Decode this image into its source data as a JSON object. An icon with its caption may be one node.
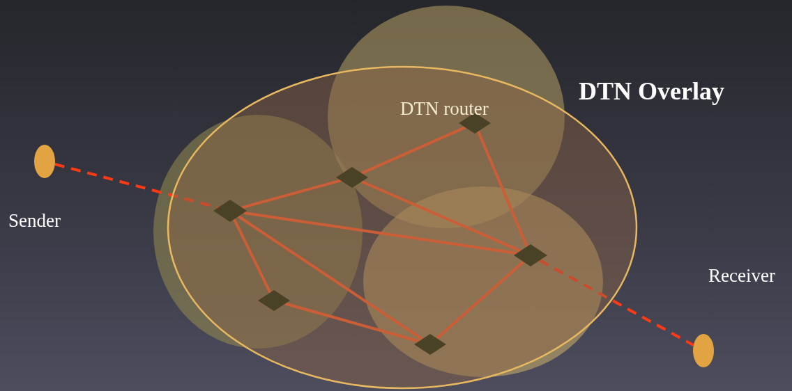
{
  "diagram": {
    "nodes": [
      {
        "text": [],
        "shape": "circle",
        "beside": [
          "Sender"
        ]
      },
      {
        "text": [
          "DTN Overlay"
        ]
      },
      {
        "text": [],
        "shape": "diamond",
        "in": 1,
        "beside": [
          "DTN router"
        ]
      },
      {
        "text": [],
        "shape": "diamond",
        "in": 1
      },
      {
        "text": [],
        "shape": "diamond",
        "in": 1
      },
      {
        "text": [],
        "shape": "diamond",
        "in": 1
      },
      {
        "text": [],
        "shape": "diamond",
        "in": 1
      },
      {
        "text": [],
        "shape": "diamond",
        "in": 1
      },
      {
        "text": [],
        "shape": "circle",
        "beside": [
          "Receiver"
        ]
      }
    ],
    "edges": [
      {
        "from": 0,
        "to": 4,
        "arrow": "none",
        "style": "dashed"
      },
      {
        "from": 4,
        "to": 3,
        "arrow": "none"
      },
      {
        "from": 3,
        "to": 2,
        "arrow": "none"
      },
      {
        "from": 2,
        "to": 5,
        "arrow": "none"
      },
      {
        "from": 4,
        "to": 5,
        "arrow": "none"
      },
      {
        "from": 3,
        "to": 5,
        "arrow": "none"
      },
      {
        "from": 4,
        "to": 6,
        "arrow": "none"
      },
      {
        "from": 4,
        "to": 7,
        "arrow": "none"
      },
      {
        "from": 6,
        "to": 7,
        "arrow": "none"
      },
      {
        "from": 7,
        "to": 5,
        "arrow": "none"
      },
      {
        "from": 5,
        "to": 8,
        "arrow": "none",
        "style": "dashed"
      }
    ]
  }
}
